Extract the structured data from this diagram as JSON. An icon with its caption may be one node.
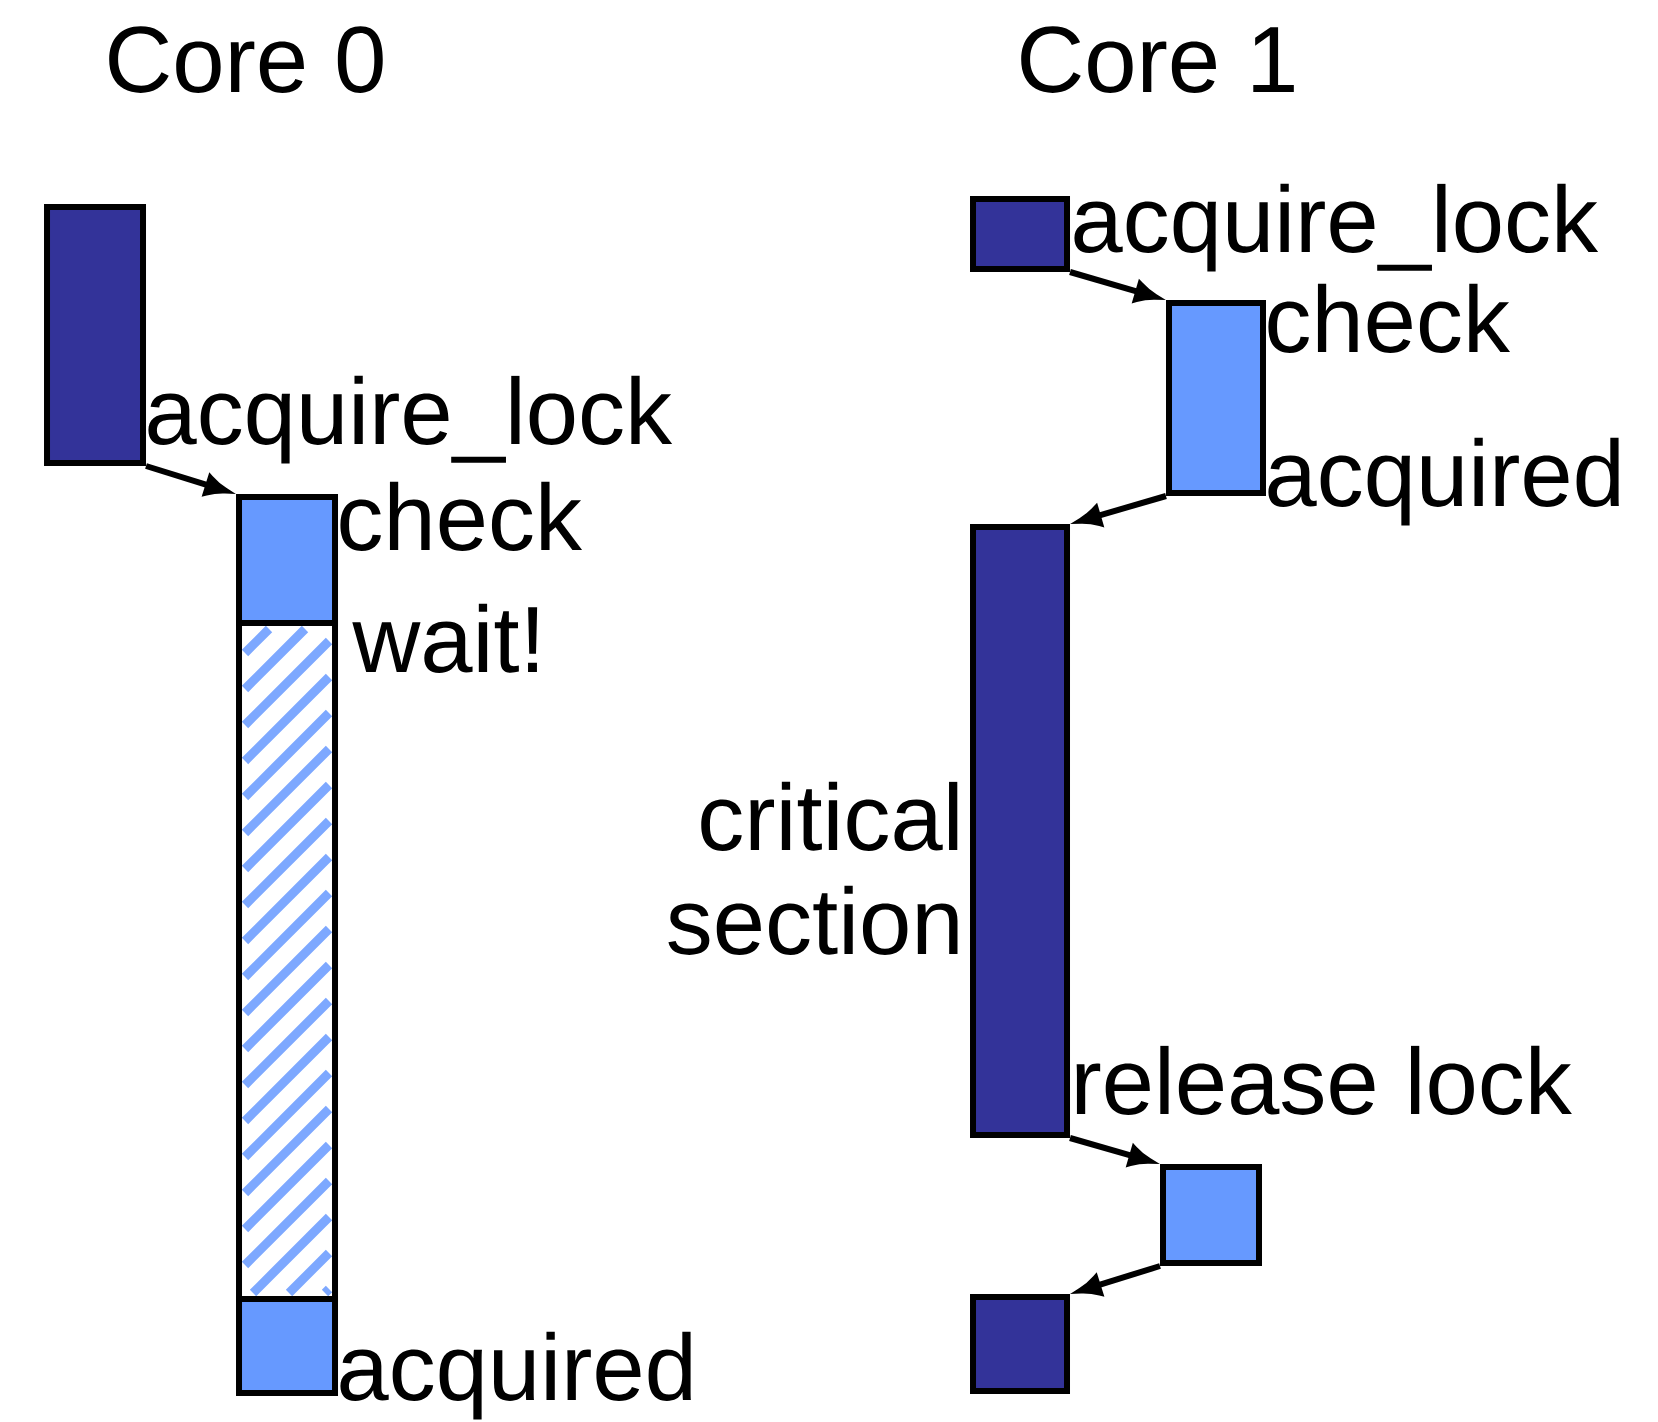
{
  "diagram": {
    "nodes": [
      {
        "text": [],
        "shape": "bar",
        "beside": [
          "acquire_lock"
        ]
      },
      {
        "text": [],
        "shape": "bar",
        "beside": [
          "check"
        ]
      },
      {
        "text": [],
        "shape": "bar",
        "beside": [
          "wait!"
        ]
      },
      {
        "text": [],
        "shape": "bar",
        "beside": [
          "acquired"
        ]
      },
      {
        "text": [],
        "shape": "bar",
        "beside": [
          "acquire_lock"
        ]
      },
      {
        "text": [],
        "shape": "bar",
        "beside": [
          "check",
          "acquired"
        ]
      },
      {
        "text": [],
        "shape": "bar",
        "beside": [
          "critical section",
          "release lock"
        ]
      },
      {
        "text": [],
        "shape": "bar"
      },
      {
        "text": [],
        "shape": "bar"
      }
    ],
    "edges": [
      {
        "from": 0,
        "to": 1,
        "arrow": "to"
      },
      {
        "from": 4,
        "to": 5,
        "arrow": "to"
      },
      {
        "from": 5,
        "to": 6,
        "arrow": "to"
      },
      {
        "from": 6,
        "to": 7,
        "arrow": "to"
      },
      {
        "from": 7,
        "to": 8,
        "arrow": "to"
      }
    ],
    "labels": [
      "Core 0",
      "Core 1"
    ]
  }
}
